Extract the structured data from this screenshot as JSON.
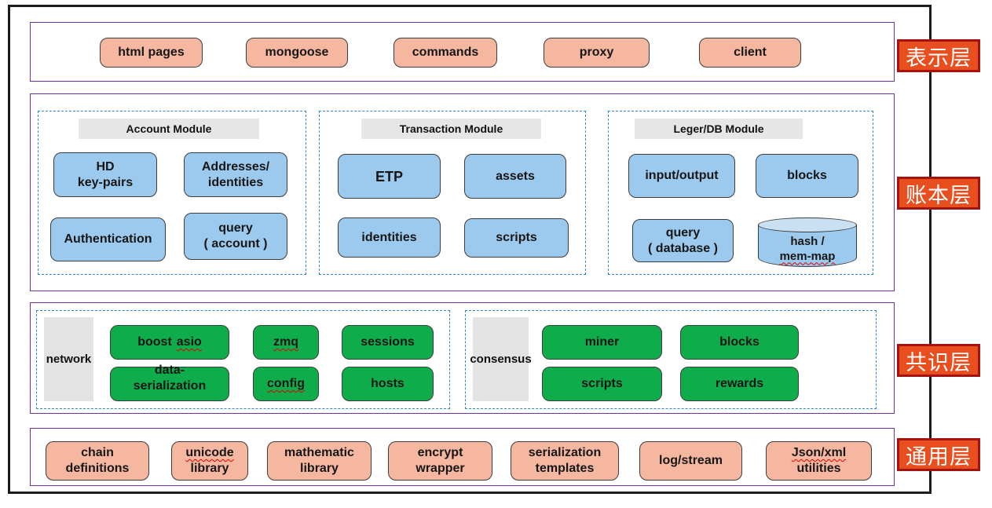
{
  "side_labels": {
    "presentation": "表示层",
    "ledger": "账本层",
    "consensus": "共识层",
    "common": "通用层"
  },
  "presentation": {
    "items": {
      "html_pages": "html pages",
      "mongoose": "mongoose",
      "commands": "commands",
      "proxy": "proxy",
      "client": "client"
    }
  },
  "ledger": {
    "account": {
      "title": "Account Module",
      "hd_keypairs": "HD\nkey-pairs",
      "addresses_identities": "Addresses/\nidentities",
      "authentication": "Authentication",
      "query_account": "query\n( account )"
    },
    "transaction": {
      "title": "Transaction Module",
      "etp": "ETP",
      "assets": "assets",
      "identities": "identities",
      "scripts": "scripts"
    },
    "leger_db": {
      "title": "Leger/DB Module",
      "input_output": "input/output",
      "blocks": "blocks",
      "query_database": "query\n( database )",
      "cylinder_line1": "hash /",
      "cylinder_line2": "mem-map"
    }
  },
  "consensus": {
    "network_group": {
      "label": "network",
      "boost_pre": "boost",
      "boost_err": "asio",
      "zmq": "zmq",
      "sessions": "sessions",
      "data_serialization": "data-\nserialization",
      "config": "config",
      "hosts": "hosts"
    },
    "consensus_group": {
      "label": "consensus",
      "miner": "miner",
      "blocks": "blocks",
      "scripts": "scripts",
      "rewards": "rewards"
    }
  },
  "common": {
    "chain_definitions": "chain\ndefinitions",
    "unicode_err": "unicode",
    "unicode_rest": "library",
    "mathematic_library": "mathematic\nlibrary",
    "encrypt_wrapper": "encrypt\nwrapper",
    "serialization_templates": "serialization\ntemplates",
    "log_stream": "log/stream",
    "json_err": "Json/xml",
    "json_rest": "utilities"
  },
  "colors": {
    "pink_node": "#f5b7a0",
    "blue_node": "#9ccaee",
    "green_node": "#0fac4b",
    "gray_block": "#e7e6e6",
    "layer_border": "#7030a0",
    "module_dashed_border": "#2f86d6",
    "side_label_bg": "#e94e1f",
    "side_label_border": "#a31310",
    "frame_border": "#1c1c1c",
    "spellcheck_underline": "#e00000"
  }
}
